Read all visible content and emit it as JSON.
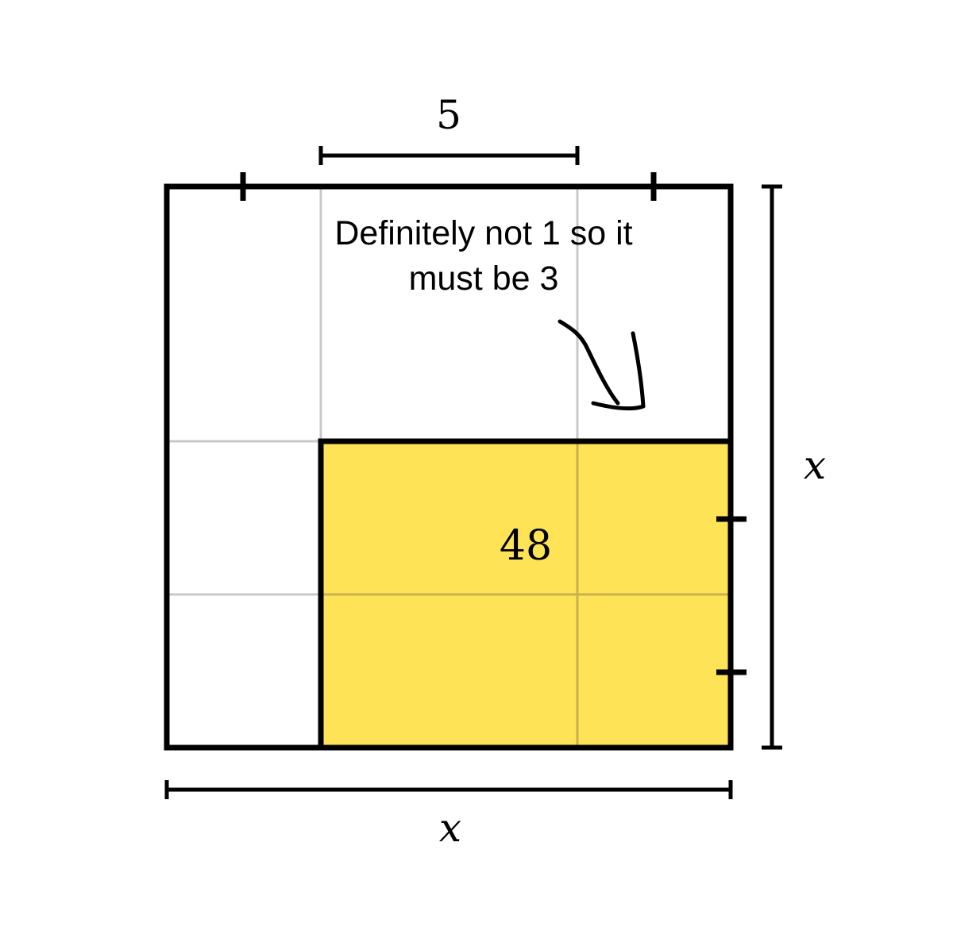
{
  "labels": {
    "top_dimension": "5",
    "width": "x",
    "height": "x",
    "area": "48"
  },
  "annotation": {
    "line1": "Definitely not 1 so it",
    "line2": "must be 3"
  },
  "colors": {
    "outline": "#000000",
    "grid": "#c8c8c8",
    "grid_on_fill": "#c9b24e",
    "fill": "#ffe357",
    "background": "#ffffff"
  }
}
